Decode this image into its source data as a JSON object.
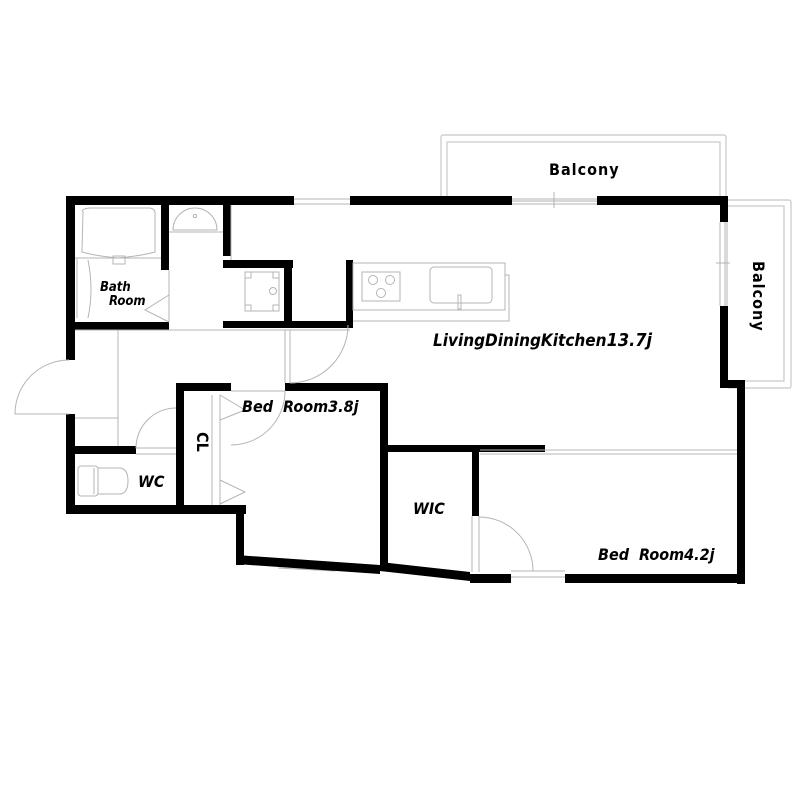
{
  "floorplan": {
    "rooms": {
      "bath": {
        "line1": "Bath",
        "line2": "Room"
      },
      "ldk": {
        "label": "LivingDiningKitchen",
        "size": "13.7j"
      },
      "bed1": {
        "label": "Bed  Room",
        "size": "3.8j"
      },
      "bed2": {
        "label": "Bed  Room",
        "size": "4.2j"
      },
      "wc": {
        "label": "WC"
      },
      "cl": {
        "label": "CL"
      },
      "wic": {
        "label": "WIC"
      },
      "balcony_top": {
        "label": "Balcony"
      },
      "balcony_right": {
        "label": "Balcony"
      }
    },
    "colors": {
      "wall": "#000000",
      "fixture": "#b4b4b4",
      "balcony": "#c8c8c8",
      "background": "#ffffff"
    },
    "icons": [
      "bathtub-icon",
      "washbasin-icon",
      "washing-machine-icon",
      "stove-icon",
      "sink-icon",
      "toilet-icon",
      "door-swing-icon"
    ]
  }
}
